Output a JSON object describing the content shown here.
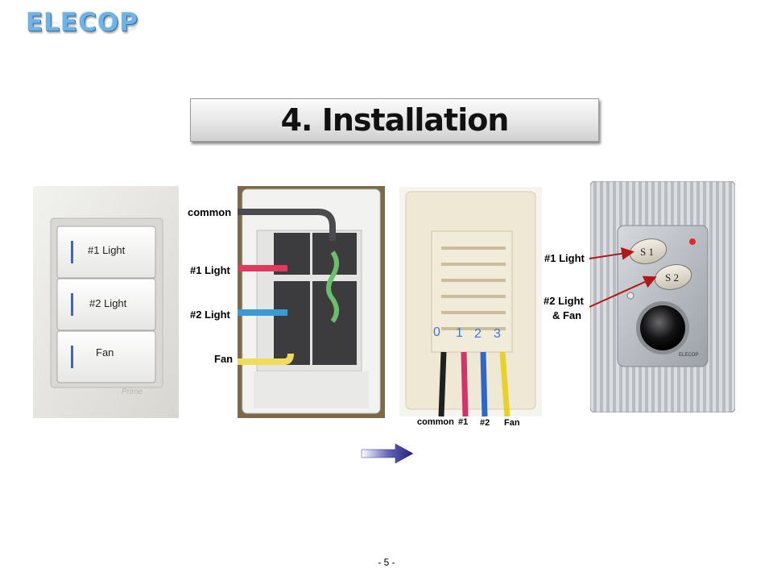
{
  "logo": {
    "text": "ELECOP"
  },
  "title": "4. Installation",
  "photo1": {
    "buttons": [
      "#1  Light",
      "#2 Light",
      "Fan"
    ],
    "brand": "Prime"
  },
  "photo2": {
    "labels": {
      "common": "common",
      "light1": "#1 Light",
      "light2": "#2 Light",
      "fan": "Fan"
    }
  },
  "photo3": {
    "terminals": [
      "0",
      "1",
      "2",
      "3"
    ],
    "wire_labels": {
      "common": "common",
      "w1": "#1",
      "w2": "#2",
      "fan": "Fan"
    }
  },
  "photo4": {
    "button1": "S 1",
    "button2": "S 2",
    "brand": "ELECOP",
    "label1": "#1 Light",
    "label2a": "#2 Light",
    "label2b": "& Fan"
  },
  "page_number": "- 5 -",
  "colors": {
    "logo": "#6fb2e6",
    "arrow": "#2a2a8a",
    "pointer": "#b01818",
    "terminal_numbers": "#3a78d8"
  }
}
